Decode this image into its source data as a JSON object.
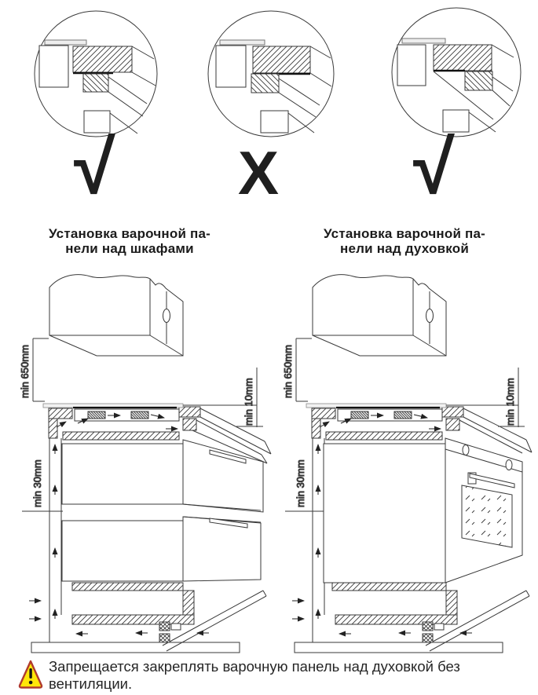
{
  "page": {
    "background": "#ffffff",
    "line_color": "#3a3a3a"
  },
  "seal_details": [
    {
      "verdict": "√",
      "meaning": "correct"
    },
    {
      "verdict": "X",
      "meaning": "incorrect"
    },
    {
      "verdict": "√",
      "meaning": "correct"
    }
  ],
  "headings": {
    "left": {
      "line1": "Установка варочной па-",
      "line2": "нели над шкафами"
    },
    "right": {
      "line1": "Установка варочной па-",
      "line2": "нели над духовкой"
    }
  },
  "dimensions": {
    "above_hob": "min 650mm",
    "side_overhang": "min 10mm",
    "below_hob": "min 30mm"
  },
  "warning": {
    "exclamation": "!",
    "line1": "Запрещается закреплять варочную панель над духовкой без",
    "line2": "вентиляции.",
    "triangle_fill": "#ffe609",
    "triangle_border": "#b03a2e"
  }
}
